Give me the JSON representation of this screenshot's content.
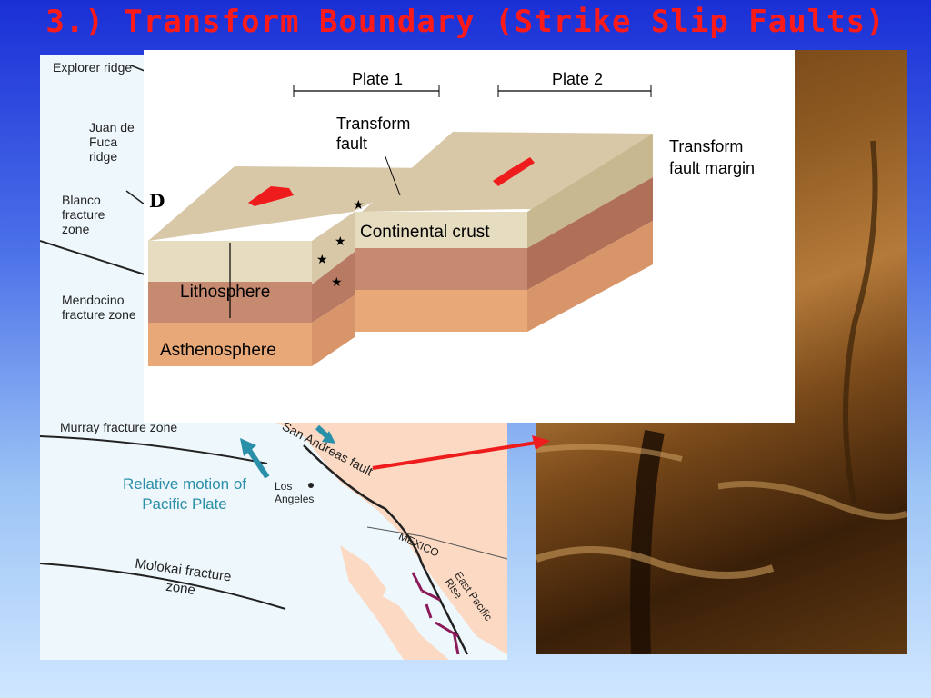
{
  "slide": {
    "title": "3.) Transform Boundary (Strike Slip Faults)"
  },
  "map": {
    "labels": {
      "explorer": "Explorer ridge",
      "juan": "Juan de Fuca ridge",
      "blanco": "Blanco fracture zone",
      "mendocino": "Mendocino fracture zone",
      "murray": "Murray fracture zone",
      "relative_motion": "Relative motion of Pacific Plate",
      "los_angeles": "Los Angeles",
      "san_andreas": "San Andreas fault",
      "mexico": "MEXICO",
      "east_pacific_rise": "East Pacific Rise",
      "molokai": "Molokai fracture zone"
    },
    "colors": {
      "ocean": "#eef7fb",
      "land": "#fcd9c2",
      "arrow": "#2a8fa8",
      "ridge": "#8a1a5a"
    }
  },
  "diagram": {
    "plate1": "Plate 1",
    "plate2": "Plate 2",
    "transform_fault": "Transform fault",
    "transform_fault_margin": "Transform fault margin",
    "panel_letter": "D",
    "continental_crust": "Continental crust",
    "lithosphere": "Lithosphere",
    "asthenosphere": "Asthenosphere",
    "colors": {
      "surface": "#d8c8a8",
      "crust": "#e6dcc0",
      "lithosphere": "#c68a70",
      "asthenosphere": "#e8a877",
      "arrow": "#ee1c1c"
    }
  },
  "pointer": {
    "color": "#ee1c1c"
  }
}
